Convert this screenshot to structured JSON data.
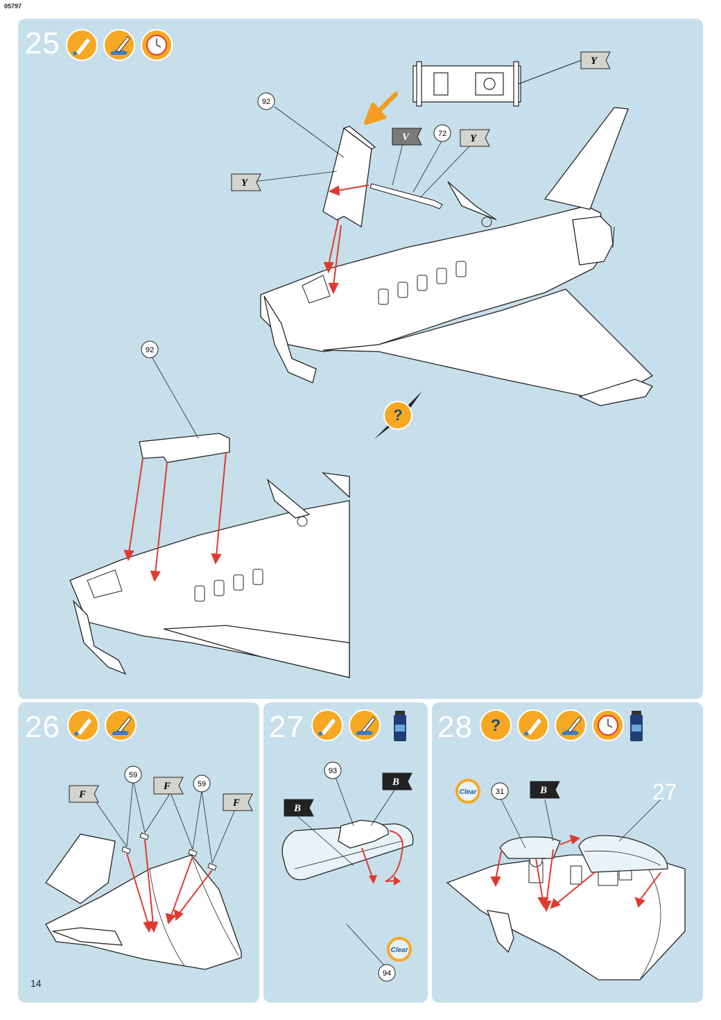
{
  "doc_id": "05797",
  "page_number": "14",
  "steps": [
    {
      "number": "25",
      "icons": [
        "glue-icon",
        "paint-icon",
        "clock-icon"
      ]
    },
    {
      "number": "26",
      "icons": [
        "glue-icon",
        "paint-icon"
      ]
    },
    {
      "number": "27",
      "icons": [
        "glue-icon",
        "paint-icon",
        "clear-bottle-icon"
      ]
    },
    {
      "number": "28",
      "icons": [
        "question-icon",
        "glue-icon",
        "paint-icon",
        "clock-icon",
        "clear-bottle-icon"
      ]
    }
  ],
  "step25": {
    "parts": {
      "canopy": "92",
      "probe": "72",
      "detail_canopy": "92"
    },
    "colors": {
      "y_top": "Y",
      "y_left": "Y",
      "y_right": "Y",
      "v": "V"
    },
    "question_mark": "?"
  },
  "step26": {
    "parts": {
      "antenna_a": "59",
      "antenna_b": "59"
    },
    "colors": {
      "f1": "F",
      "f2": "F",
      "f3": "F"
    }
  },
  "step27": {
    "parts": {
      "frame": "93",
      "canopy": "94"
    },
    "colors": {
      "b1": "B",
      "b2": "B"
    },
    "clear_label": "Clear"
  },
  "step28": {
    "parts": {
      "canopy": "31",
      "subassembly": "27"
    },
    "colors": {
      "b": "B"
    },
    "clear_label": "Clear"
  },
  "accent_colors": {
    "panel_bg": "#c7dfeb",
    "arrow_red": "#e03a2f",
    "icon_orange": "#f7a823",
    "pointer_orange": "#f39c22"
  }
}
